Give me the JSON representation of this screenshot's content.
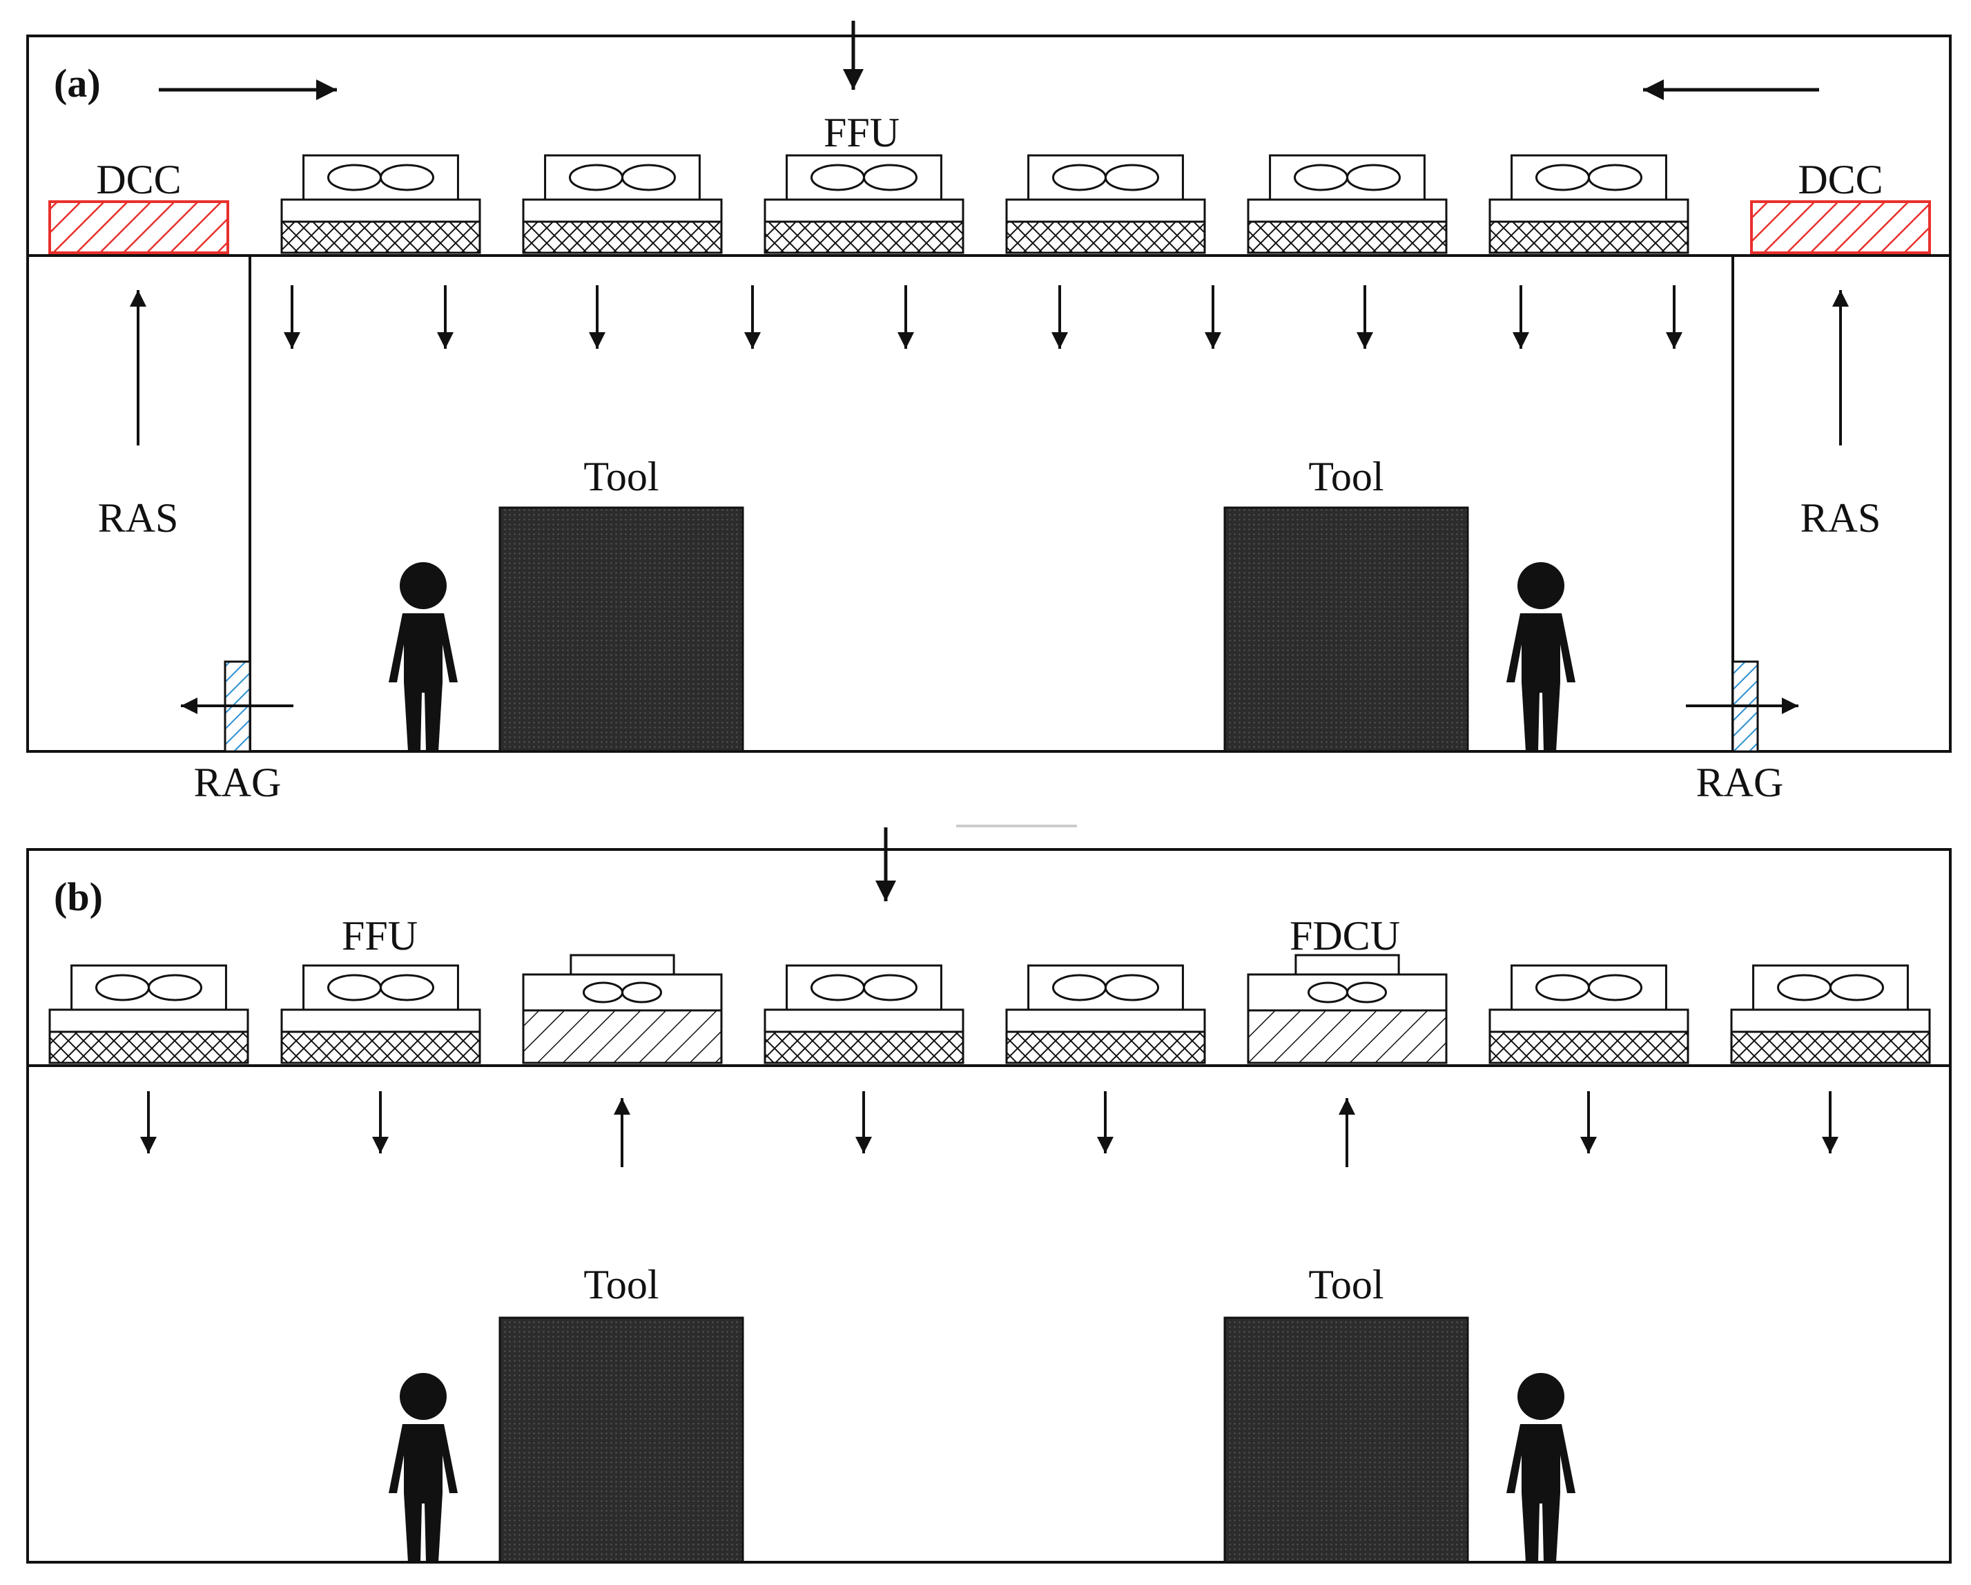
{
  "panel_a": {
    "label": "(a)",
    "ffu": "FFU",
    "dcc_left": "DCC",
    "dcc_right": "DCC",
    "ras_left": "RAS",
    "ras_right": "RAS",
    "rag_left": "RAG",
    "rag_right": "RAG",
    "tool_left": "Tool",
    "tool_right": "Tool"
  },
  "panel_b": {
    "label": "(b)",
    "ffu": "FFU",
    "fdcu": "FDCU",
    "tool_left": "Tool",
    "tool_right": "Tool"
  },
  "colors": {
    "outline": "#111111",
    "dcc_hatch": "#e8302c",
    "rag_hatch": "#2a8fd0",
    "tool_fill": "#2c2c2c"
  }
}
